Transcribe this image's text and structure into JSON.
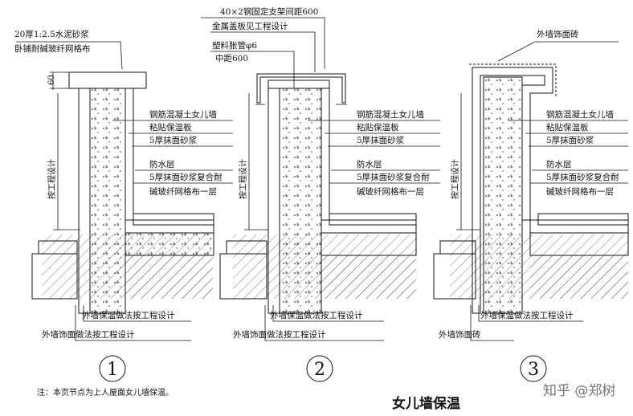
{
  "title": "女儿墙保温",
  "note": "注：本页节点为上人屋面女儿墙保温。",
  "watermark": "知乎 @郑树",
  "colors": {
    "insulation": "#6b6b6b",
    "concrete_fill": "#ffffff",
    "mortar": "#b0b0b0"
  },
  "details": [
    {
      "number": "1",
      "top_labels": [
        "20厚1:2.5水泥砂浆",
        "卧铺耐碱玻纤网格布"
      ],
      "dim_60": "60",
      "vertical_label": "按工程设计",
      "right_labels": [
        "钢筋混凝土女儿墙",
        "粘贴保温板",
        "5厚抹面砂浆",
        "防水层",
        "5厚抹面砂浆复合耐",
        "碱玻纤网格布一层"
      ],
      "bottom_labels": [
        "外墙保温做法按工程设计",
        "外墙饰面做法按工程设计"
      ]
    },
    {
      "number": "2",
      "top_labels": [
        "40×2钢固定支架间距600",
        "金属盖板见工程设计",
        "塑料胀管φ6",
        "中距600"
      ],
      "vertical_label": "按工程设计",
      "right_labels": [
        "钢筋混凝土女儿墙",
        "粘贴保温板",
        "5厚抹面砂浆",
        "防水层",
        "5厚抹面砂浆复合耐",
        "碱玻纤网格布一层"
      ],
      "bottom_labels": [
        "外墙保温做法按工程设计",
        "外墙饰面做法按工程设计"
      ]
    },
    {
      "number": "3",
      "top_labels": [
        "外墙饰面砖"
      ],
      "vertical_label": "按工程设计",
      "right_labels": [
        "钢筋混凝土女儿墙",
        "粘贴保温板",
        "5厚抹面砂浆",
        "防水层",
        "5厚抹面砂浆复合耐",
        "碱玻纤网格布一层"
      ],
      "bottom_labels": [
        "外墙保温做法按工程设计",
        "外墙饰面砖"
      ]
    }
  ]
}
